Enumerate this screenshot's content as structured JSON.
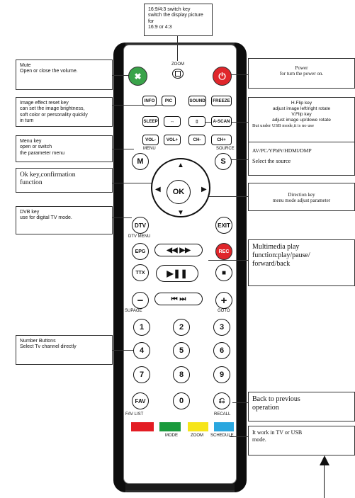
{
  "annotations": {
    "ratio": [
      "16:9/4:3 switch key",
      "switch the display picture for",
      "16:9 or 4:3"
    ],
    "mute": [
      "Mute",
      "Open or close the volume."
    ],
    "power": [
      "Power",
      "for turn the power on."
    ],
    "effect": [
      "Image effect reset key",
      "can set the image brightness,",
      "soft color or personality quickly",
      "in turn"
    ],
    "flip": [
      "H.Flip key",
      "adjust image left/right rotate",
      "V.Flip key",
      "adjust image up/dowe rotate",
      "But under USB mode,it is no use"
    ],
    "menu": [
      "Menu key",
      "open or switch",
      "the parameter menu"
    ],
    "source": [
      "AV/PC/YPbPr/HDMI/DMP",
      "Select the source"
    ],
    "ok": [
      "Ok key,confirmation",
      "function"
    ],
    "direction": [
      "Direction key",
      "menu mode  adjust parameter"
    ],
    "dvb": [
      "DVB key",
      "use for digital TV mode."
    ],
    "multimedia": [
      "Multimedia play",
      "function:play/pause/",
      "forward/back"
    ],
    "number": [
      "Number Buttons",
      "Select Tv channel directly"
    ],
    "back": [
      "Back to previous",
      "operation"
    ],
    "tvusb": [
      "It work in TV or USB",
      "mode."
    ]
  },
  "remote": {
    "zoom": "ZOOM",
    "row1": [
      "INFO",
      "PIC",
      "SOUND",
      "FREEZE"
    ],
    "row2": [
      "SLEEP",
      "A-SCAN"
    ],
    "row3": [
      "VOL-",
      "VOL+",
      "CH-",
      "CH+"
    ],
    "menu_label": "MENU",
    "source_label": "SOURCE",
    "m": "M",
    "s": "S",
    "ok": "OK",
    "dtv": "DTV",
    "dtv_menu": "DTV MENU",
    "exit": "EXIT",
    "epg": "EPG",
    "rec": "REC",
    "ttx": "TTX",
    "supage": "SUPAGE",
    "goto": "GOTO",
    "numbers": [
      "1",
      "2",
      "3",
      "4",
      "5",
      "6",
      "7",
      "8",
      "9"
    ],
    "fav": "FAV",
    "zero": "0",
    "fav_list": "FAV LIST",
    "recall": "RECALL",
    "bottom_labels": [
      "MODE",
      "ZOOM",
      "SCHEDULE"
    ]
  },
  "colors": {
    "mute_green": "#3aa34a",
    "power_red": "#e0262b",
    "rec_red": "#e0262b",
    "strip_red": "#e31d24",
    "strip_green": "#1a9a3c",
    "strip_yellow": "#f6e51a",
    "strip_blue": "#2aa7df"
  }
}
